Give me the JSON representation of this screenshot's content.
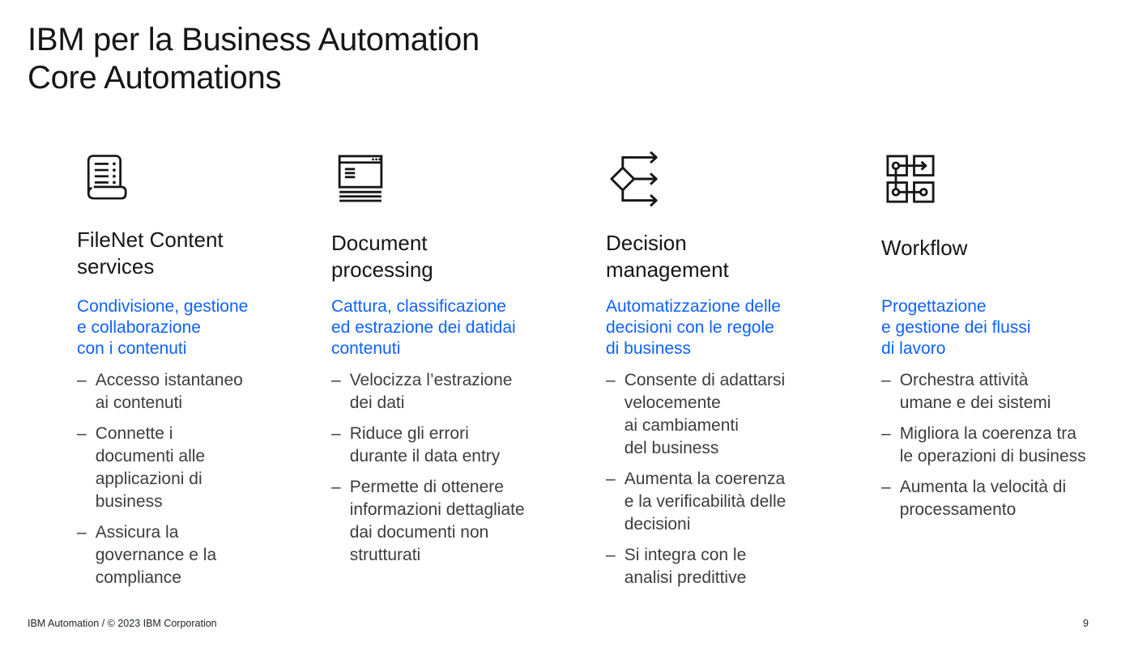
{
  "slide": {
    "title": "IBM per la Business Automation\nCore Automations",
    "footer_left": "IBM Automation / © 2023 IBM Corporation",
    "page_number": "9"
  },
  "ui": {
    "bullet_marker": "–"
  },
  "colors": {
    "accent_blue": "#0f62fe",
    "heading_text": "#161616",
    "body_text": "#3d3d3d",
    "background": "#ffffff"
  },
  "columns": [
    {
      "icon": "report-icon",
      "heading": "FileNet Content\nservices",
      "subtitle": "Condivisione, gestione\ne collaborazione\ncon i contenuti",
      "bullets": [
        "Accesso istantaneo\nai contenuti",
        "Connette i\ndocumenti alle\napplicazioni di\nbusiness",
        "Assicura la\ngovernance e la\ncompliance"
      ]
    },
    {
      "icon": "webpage-icon",
      "heading": "Document\nprocessing",
      "subtitle": "Cattura, classificazione\ned estrazione dei datidai\ncontenuti",
      "bullets": [
        "Velocizza l’estrazione\ndei dati",
        "Riduce gli errori\ndurante il data entry",
        "Permette di ottenere\ninformazioni dettagliate\ndai documenti non\nstrutturati"
      ]
    },
    {
      "icon": "decision-tree-icon",
      "heading": "Decision\nmanagement",
      "subtitle": "Automatizzazione delle\ndecisioni con le regole\ndi business",
      "bullets": [
        "Consente di adattarsi\nvelocemente\nai cambiamenti\ndel business",
        "Aumenta la coerenza\ne la verificabilità delle\ndecisioni",
        "Si integra con le\nanalisi predittive"
      ]
    },
    {
      "icon": "workflow-icon",
      "heading": "Workflow",
      "subtitle": "Progettazione\ne gestione dei flussi\ndi lavoro",
      "bullets": [
        "Orchestra attività\numane e dei sistemi",
        "Migliora la coerenza tra\nle operazioni di business",
        "Aumenta la velocità di\nprocessamento"
      ]
    }
  ]
}
